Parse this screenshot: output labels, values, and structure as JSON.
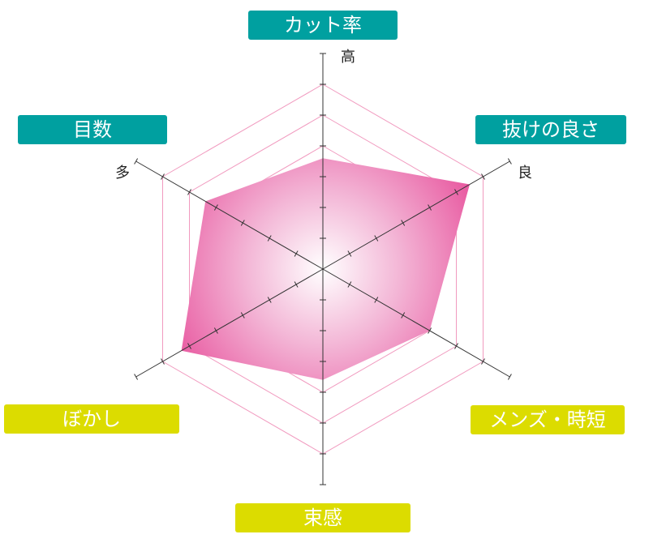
{
  "chart_data": {
    "type": "radar",
    "axes": [
      {
        "label": "カット率",
        "end_label": "高",
        "value": 3.6
      },
      {
        "label": "抜けの良さ",
        "end_label": "良",
        "value": 5.5
      },
      {
        "label": "メンズ・時短",
        "end_label": "",
        "value": 4.0
      },
      {
        "label": "束感",
        "end_label": "",
        "value": 3.6
      },
      {
        "label": "ぼかし",
        "end_label": "",
        "value": 5.3
      },
      {
        "label": "目数",
        "end_label": "多",
        "value": 4.4
      }
    ],
    "scale_max": 6,
    "ring_count": 6,
    "colors": {
      "fill": "#e8579f",
      "grid": "#f19abf",
      "axis": "#333333",
      "label_teal": "#00a0a0",
      "label_lime": "#dcdc00"
    }
  }
}
